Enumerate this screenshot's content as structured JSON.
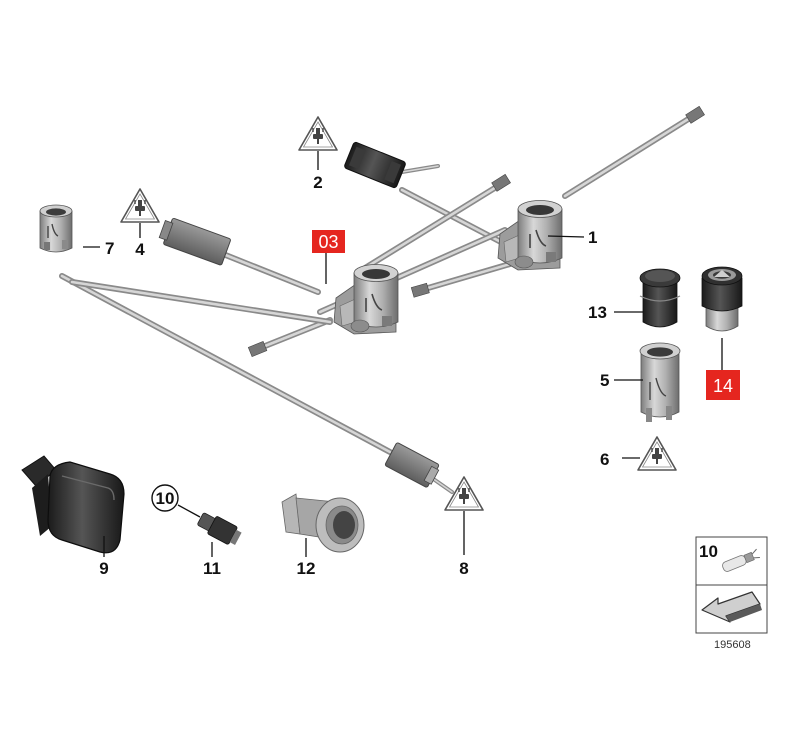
{
  "diagram": {
    "callouts": {
      "c1": "1",
      "c2": "2",
      "c3": "03",
      "c4": "4",
      "c5": "5",
      "c6": "6",
      "c7": "7",
      "c8": "8",
      "c9": "9",
      "c10": "10",
      "c11": "11",
      "c12": "12",
      "c13": "13",
      "c14": "14"
    },
    "legend_box": {
      "number": "10"
    },
    "catalog_number": "195608",
    "colors": {
      "highlight": "#e5261f",
      "socket_metal": "#a9a9a9",
      "plug_dark": "#2c2c2c",
      "wire": "#8a8a8a"
    },
    "icons": [
      "warning-plug-icon",
      "direction-arrow-icon"
    ]
  }
}
